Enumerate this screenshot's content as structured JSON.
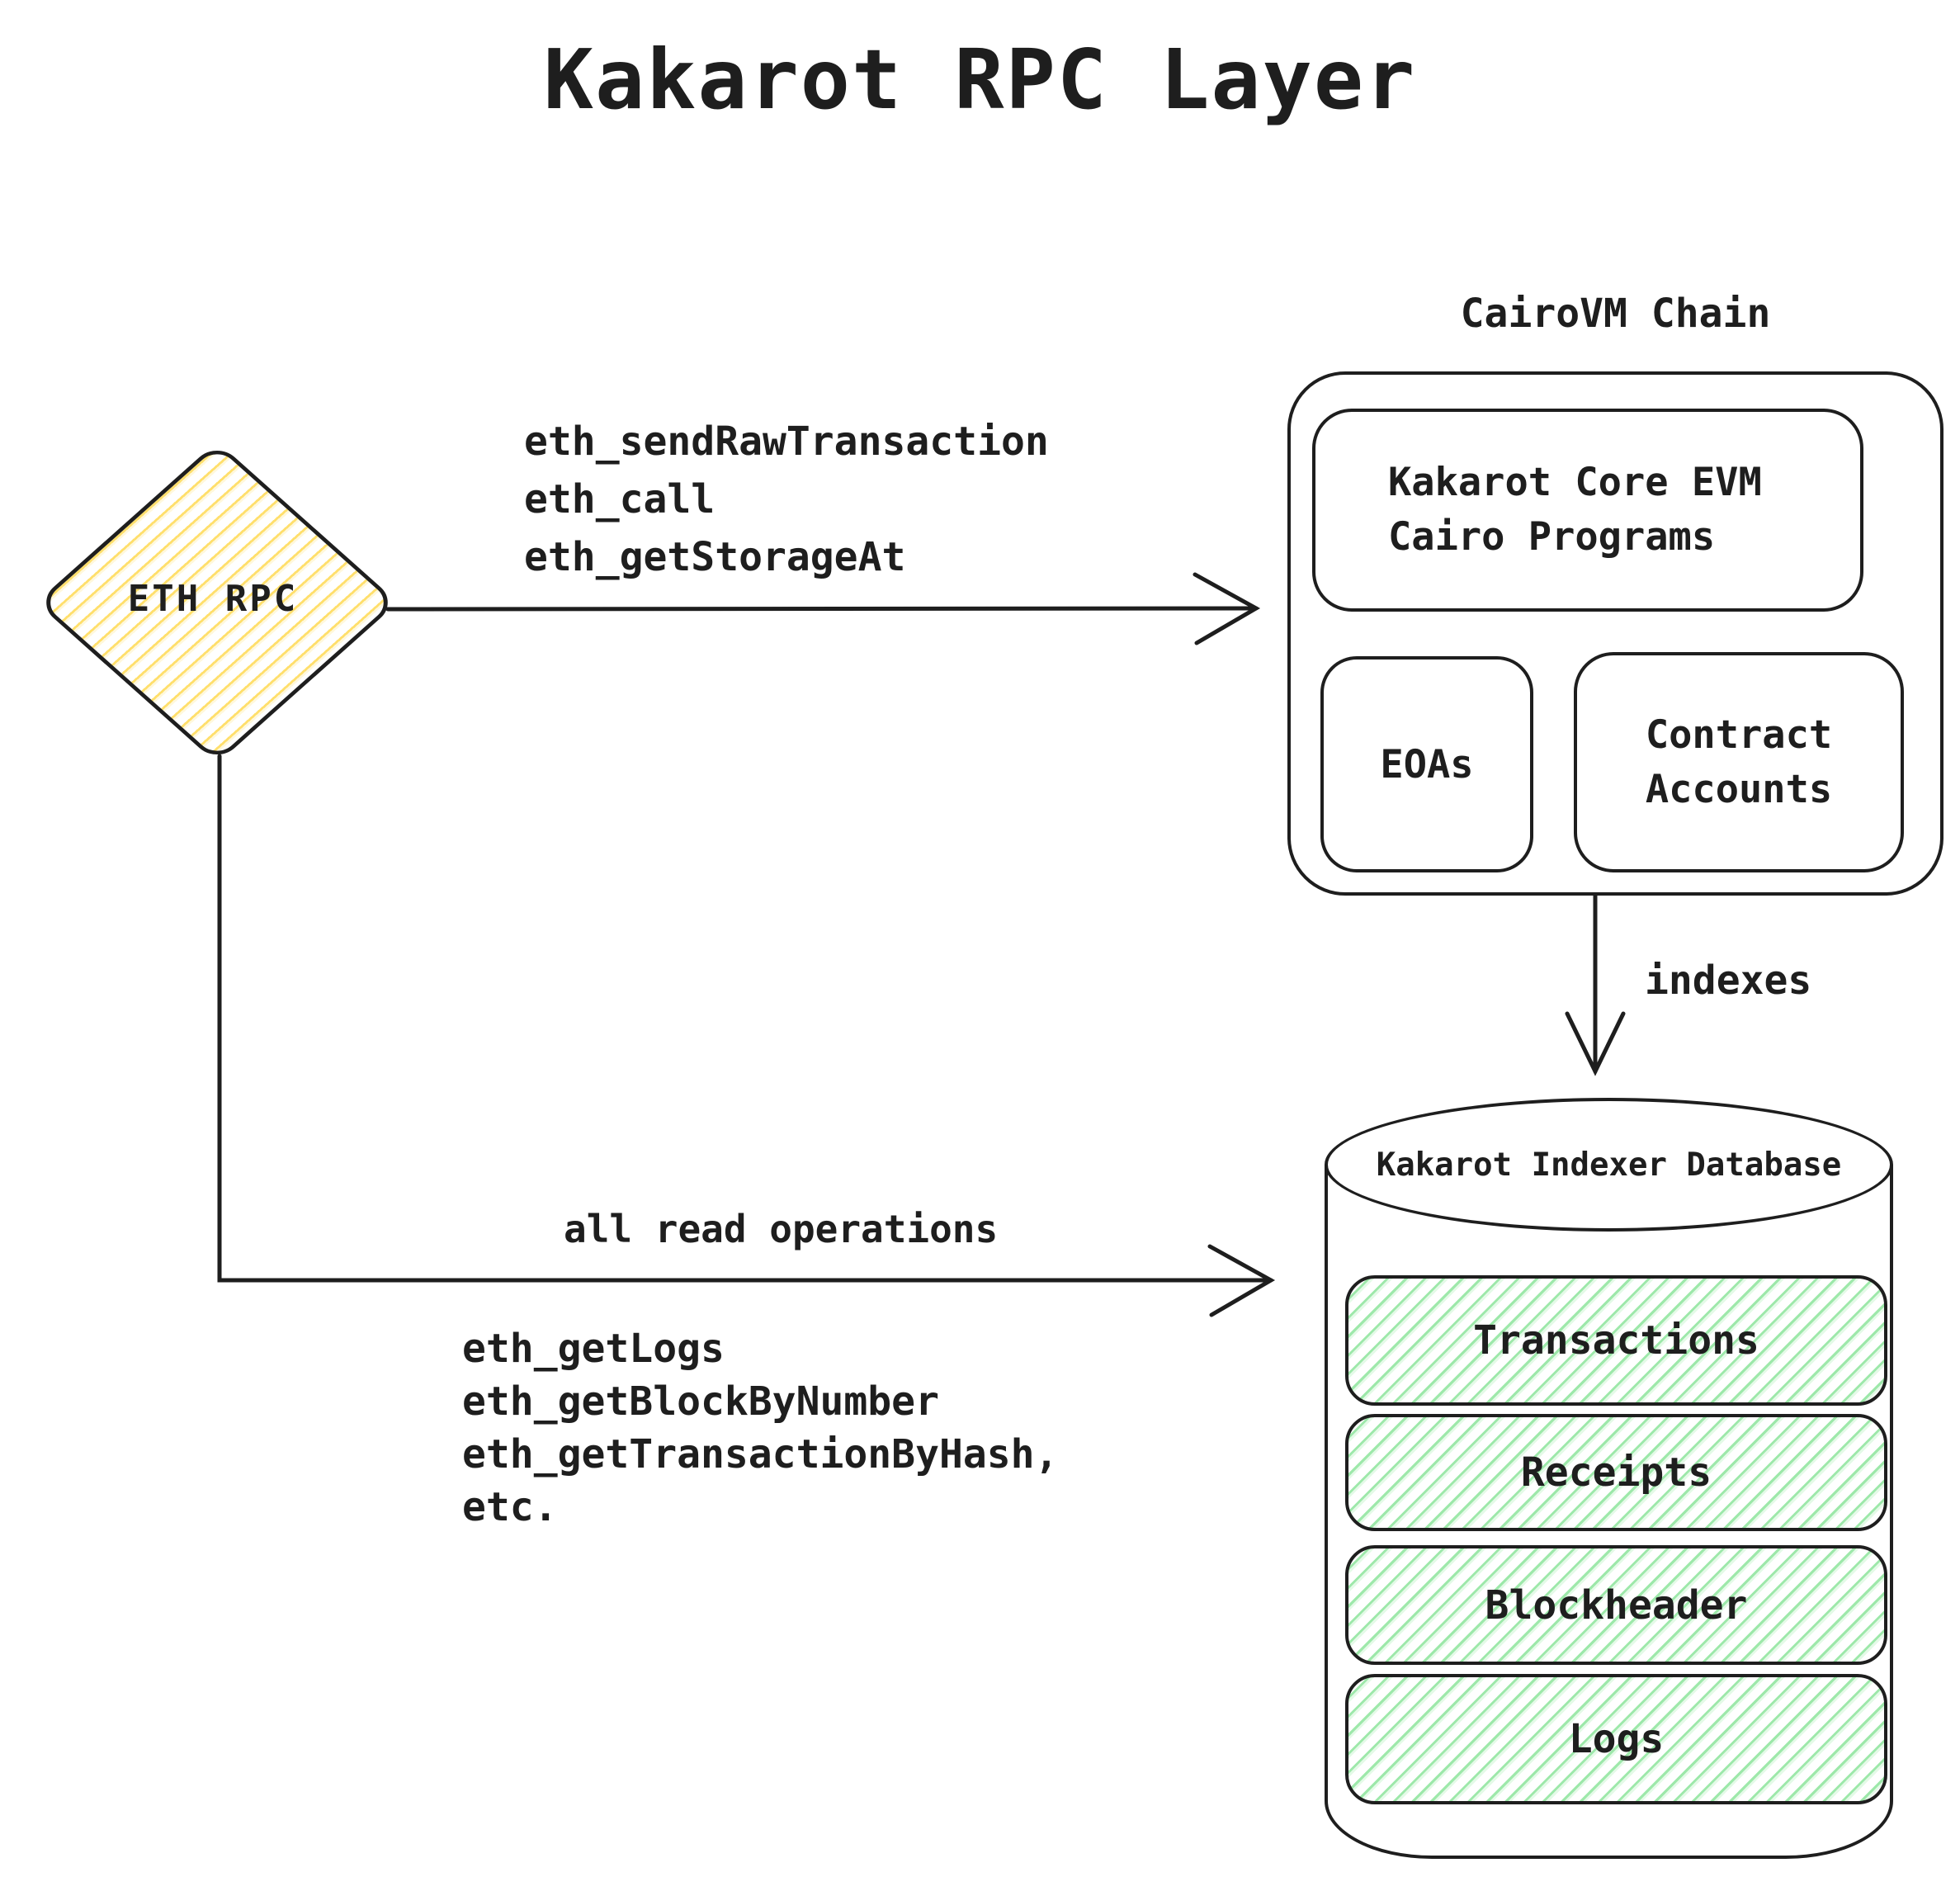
{
  "title": "Kakarot RPC Layer",
  "eth_rpc": {
    "label": "ETH RPC"
  },
  "cairovm": {
    "label": "CairoVM Chain",
    "core_box": {
      "line1": "Kakarot Core EVM",
      "line2": "Cairo Programs"
    },
    "eoas_label": "EOAs",
    "contract_accounts": {
      "line1": "Contract",
      "line2": "Accounts"
    }
  },
  "arrows": {
    "write": {
      "methods": [
        "eth_sendRawTransaction",
        "eth_call",
        "eth_getStorageAt"
      ]
    },
    "indexes_label": "indexes",
    "read": {
      "label": "all read operations",
      "methods": [
        "eth_getLogs",
        "eth_getBlockByNumber",
        "eth_getTransactionByHash,",
        "etc."
      ]
    }
  },
  "database": {
    "label": "Kakarot Indexer Database",
    "tables": [
      "Transactions",
      "Receipts",
      "Blockheader",
      "Logs"
    ]
  },
  "colors": {
    "stroke": "#1e1e1e",
    "yellow_hatch": "#ffd43b",
    "green_hatch": "#69db7c"
  }
}
